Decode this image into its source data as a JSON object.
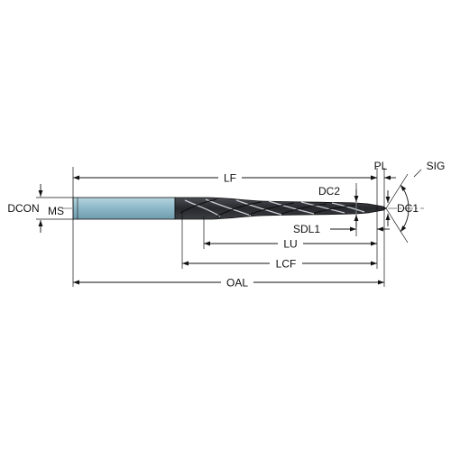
{
  "labels": {
    "lf": "LF",
    "pl": "PL",
    "sig": "SIG",
    "dc2": "DC2",
    "dcon": "DCON",
    "ms": "MS",
    "dc1": "DC1",
    "sdl1": "SDL1",
    "lu": "LU",
    "lcf": "LCF",
    "oal": "OAL"
  },
  "colors": {
    "shank": "#8fb9c9",
    "body": "#2b2d31",
    "lines": "#111111"
  }
}
